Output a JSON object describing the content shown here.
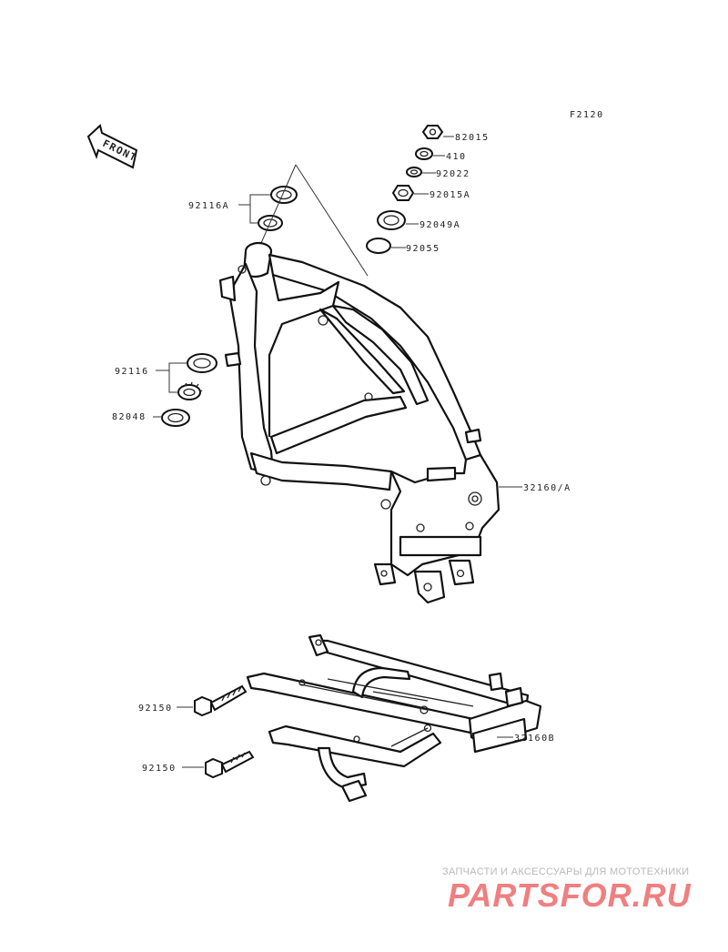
{
  "diagram": {
    "code": "F2120",
    "front_label": "FRONT",
    "parts": [
      {
        "id": "82015",
        "label": "82015"
      },
      {
        "id": "410",
        "label": "410"
      },
      {
        "id": "92022",
        "label": "92022"
      },
      {
        "id": "92015A",
        "label": "92015A"
      },
      {
        "id": "92049A",
        "label": "92049A"
      },
      {
        "id": "92055",
        "label": "92055"
      },
      {
        "id": "92116A",
        "label": "92116A"
      },
      {
        "id": "92116",
        "label": "92116"
      },
      {
        "id": "82048",
        "label": "82048"
      },
      {
        "id": "32160A",
        "label": "32160/A"
      },
      {
        "id": "92150a",
        "label": "92150"
      },
      {
        "id": "32160B",
        "label": "32160B"
      },
      {
        "id": "92150b",
        "label": "92150"
      }
    ]
  },
  "watermark": {
    "tagline": "ЗАПЧАСТИ И АКСЕССУАРЫ ДЛЯ МОТОТЕХНИКИ",
    "logo": "PARTSFOR.RU",
    "color": "#ef7f80"
  }
}
